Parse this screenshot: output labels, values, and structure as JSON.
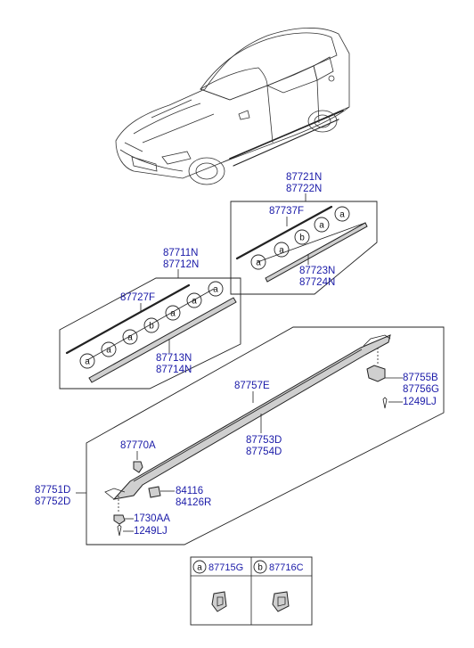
{
  "labels": {
    "p87721N": "87721N",
    "p87722N": "87722N",
    "p87737F": "87737F",
    "p87723N": "87723N",
    "p87724N": "87724N",
    "p87711N": "87711N",
    "p87712N": "87712N",
    "p87727F": "87727F",
    "p87713N": "87713N",
    "p87714N": "87714N",
    "p87757E": "87757E",
    "p87755B": "87755B",
    "p87756G": "87756G",
    "p1249LJ_right": "1249LJ",
    "p87753D": "87753D",
    "p87754D": "87754D",
    "p87770A": "87770A",
    "p87751D": "87751D",
    "p87752D": "87752D",
    "p84116": "84116",
    "p84126R": "84126R",
    "p1730AA": "1730AA",
    "p1249LJ_bottom": "1249LJ"
  },
  "callouts": {
    "a": "a",
    "b": "b"
  },
  "legend": {
    "a_letter": "a",
    "a_part": "87715G",
    "b_letter": "b",
    "b_part": "87716C"
  }
}
